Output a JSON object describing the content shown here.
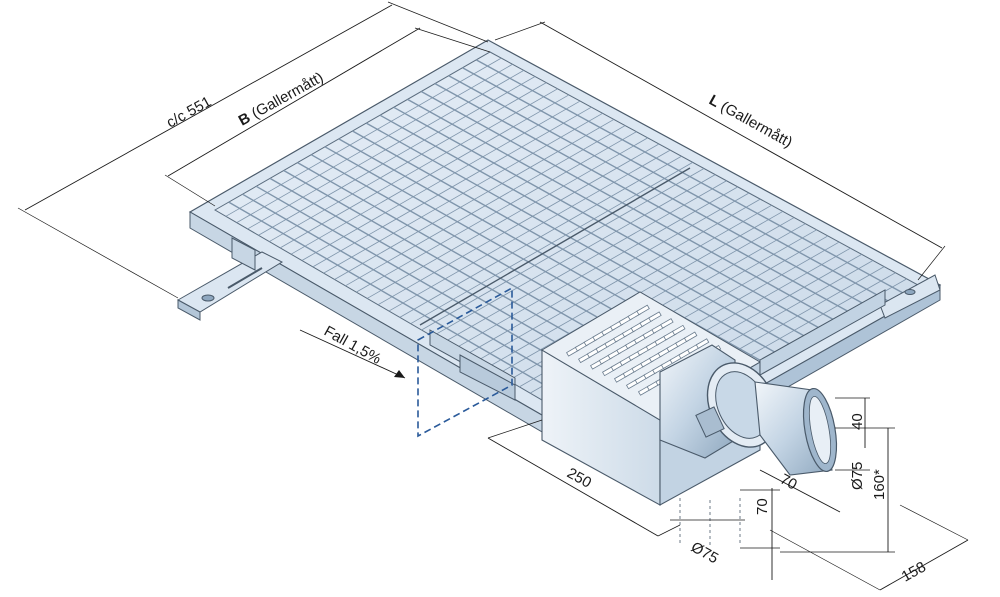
{
  "labels": {
    "cc": "c/c 551",
    "b_bold": "B",
    "b_rest": " (Gallermått)",
    "l_bold": "L",
    "l_rest": " (Gallermått)",
    "fall": "Fall 1,5%",
    "d250": "250",
    "d70a": "70",
    "d70b": "70",
    "d40": "40",
    "d75a": "Ø75",
    "d75b": "Ø75",
    "d160": "160*",
    "d158": "158"
  },
  "colors": {
    "steel_light": "#dce8f3",
    "steel_mid": "#b9cde0",
    "steel_dark": "#8ea7bf",
    "outline": "#4a5a6a",
    "dashed": "#2a5a9a",
    "ink": "#1a1a1a"
  }
}
